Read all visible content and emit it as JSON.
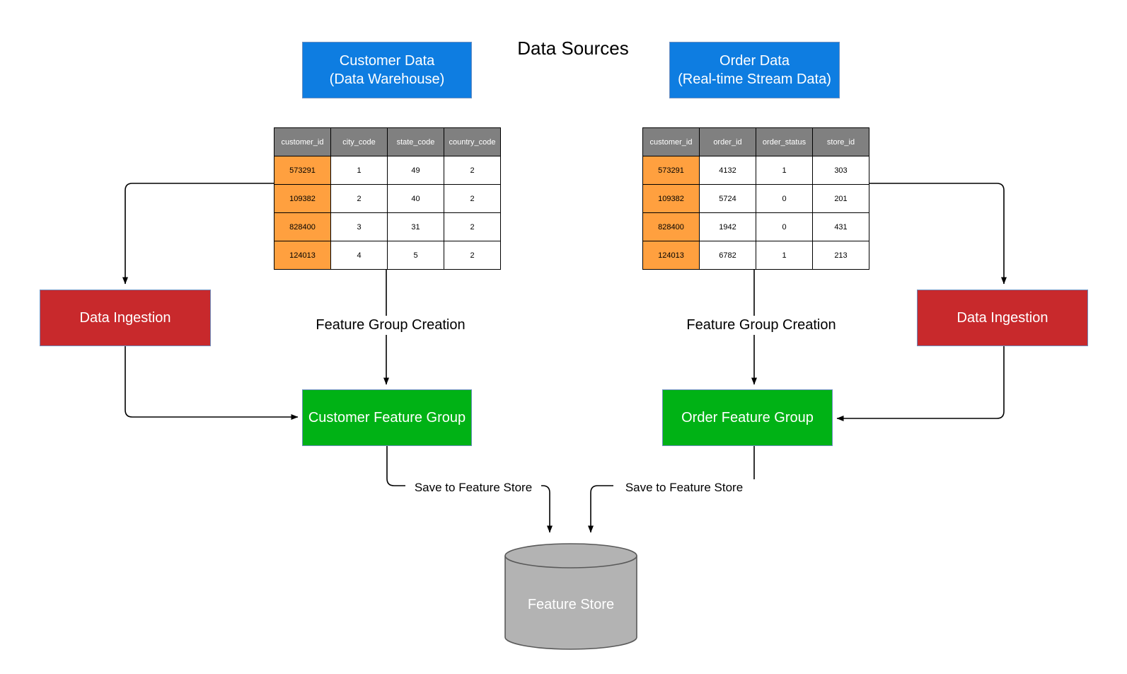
{
  "title": "Data Sources",
  "colors": {
    "source_blue": "#0E7DE1",
    "ingestion_red": "#C8292C",
    "feature_group_green": "#00B215",
    "key_cell_orange": "#FFA03F",
    "table_header_gray": "#808080",
    "store_gray": "#B3B3B3",
    "connector_black": "#000000"
  },
  "source_nodes": {
    "customer": "Customer Data\n(Data Warehouse)",
    "order": "Order Data\n(Real-time Stream Data)"
  },
  "tables": {
    "customer": {
      "headers": [
        "customer_id",
        "city_code",
        "state_code",
        "country_code"
      ],
      "rows": [
        [
          "573291",
          "1",
          "49",
          "2"
        ],
        [
          "109382",
          "2",
          "40",
          "2"
        ],
        [
          "828400",
          "3",
          "31",
          "2"
        ],
        [
          "124013",
          "4",
          "5",
          "2"
        ]
      ]
    },
    "order": {
      "headers": [
        "customer_id",
        "order_id",
        "order_status",
        "store_id"
      ],
      "rows": [
        [
          "573291",
          "4132",
          "1",
          "303"
        ],
        [
          "109382",
          "5724",
          "0",
          "201"
        ],
        [
          "828400",
          "1942",
          "0",
          "431"
        ],
        [
          "124013",
          "6782",
          "1",
          "213"
        ]
      ]
    }
  },
  "process_nodes": {
    "ingestion_left": "Data Ingestion",
    "ingestion_right": "Data Ingestion",
    "customer_feature_group": "Customer Feature Group",
    "order_feature_group": "Order Feature Group",
    "feature_store": "Feature Store"
  },
  "edge_labels": {
    "creation_left": "Feature Group Creation",
    "creation_right": "Feature Group Creation",
    "save_left": "Save to Feature Store",
    "save_right": "Save to Feature Store"
  }
}
